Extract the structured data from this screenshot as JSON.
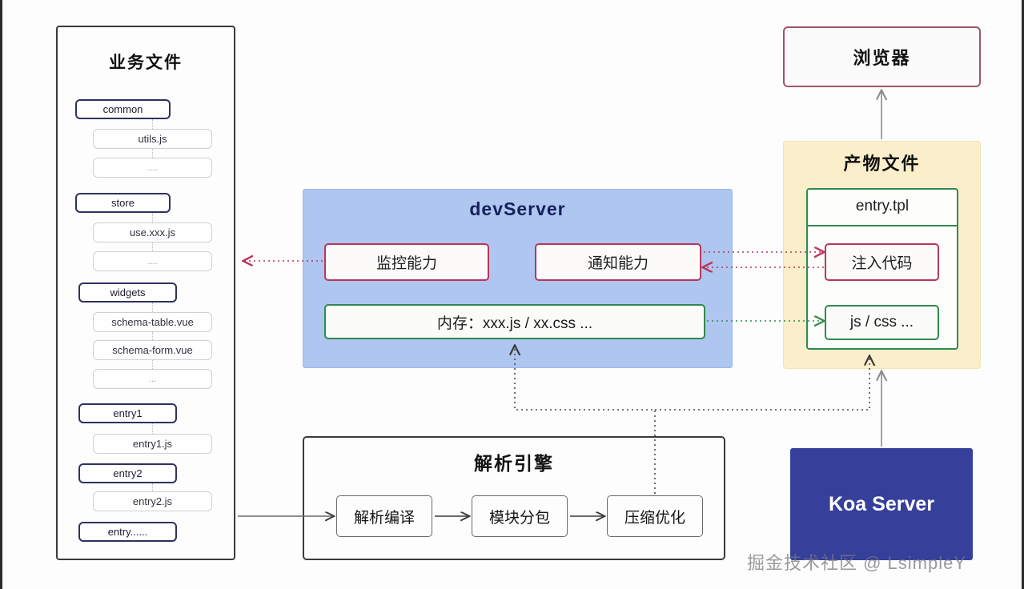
{
  "diagram": {
    "title": "devServer architecture flow",
    "colors": {
      "dev_panel_bg": "#aec6f0",
      "artifact_panel_bg": "#faeecb",
      "koa_bg": "#36409b",
      "red_border": "#b9365a",
      "green_border": "#2f8a4f",
      "navy_border": "#2f3160",
      "browser_border": "#9e5566",
      "gray_border": "#3a3a3a"
    }
  },
  "business_files": {
    "title": "业务文件",
    "groups": [
      {
        "folder": "common",
        "files": [
          "utils.js",
          "...."
        ]
      },
      {
        "folder": "store",
        "files": [
          "use.xxx.js",
          "...."
        ]
      },
      {
        "folder": "widgets",
        "files": [
          "schema-table.vue",
          "schema-form.vue",
          "..."
        ]
      },
      {
        "folder": "entry1",
        "files": [
          "entry1.js"
        ]
      },
      {
        "folder": "entry2",
        "files": [
          "entry2.js"
        ]
      },
      {
        "folder": "entry......",
        "files": []
      }
    ]
  },
  "dev_server": {
    "title": "devServer",
    "watch_label": "监控能力",
    "notify_label": "通知能力",
    "memory_label": "内存：xxx.js / xx.css ..."
  },
  "browser": {
    "label": "浏览器"
  },
  "artifacts": {
    "title": "产物文件",
    "entry_tpl": "entry.tpl",
    "inject_code": "注入代码",
    "js_css": "js / css ..."
  },
  "parse_engine": {
    "title": "解析引擎",
    "steps": [
      "解析编译",
      "模块分包",
      "压缩优化"
    ]
  },
  "koa": {
    "label": "Koa Server"
  },
  "watermark": {
    "text": "掘金技术社区 @ LsimpleY"
  }
}
